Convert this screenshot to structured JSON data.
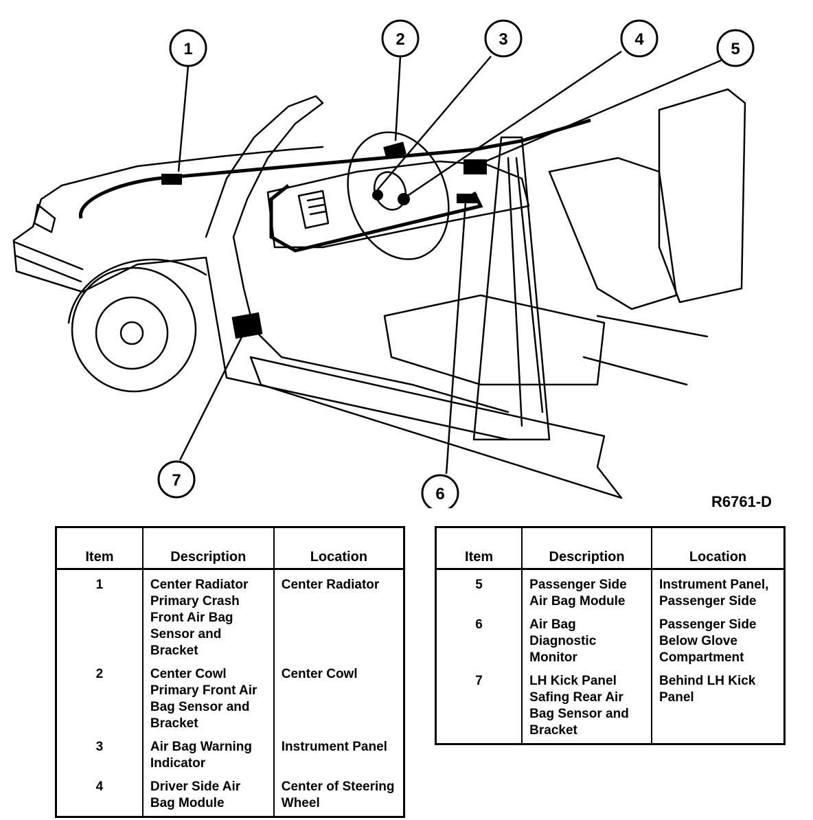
{
  "figure": {
    "id": "R6761-D"
  },
  "callouts": [
    "1",
    "2",
    "3",
    "4",
    "5",
    "6",
    "7"
  ],
  "legend_headers": {
    "item": "Item",
    "description": "Description",
    "location": "Location"
  },
  "legend_left": [
    {
      "item": "1",
      "description": "Center Radiator Primary Crash Front Air Bag Sensor and Bracket",
      "location": "Center Radiator"
    },
    {
      "item": "2",
      "description": "Center Cowl Primary Front Air Bag Sensor and Bracket",
      "location": "Center Cowl"
    },
    {
      "item": "3",
      "description": "Air Bag Warning Indicator",
      "location": "Instrument Panel"
    },
    {
      "item": "4",
      "description": "Driver Side Air Bag Module",
      "location": "Center of Steering Wheel"
    }
  ],
  "legend_right": [
    {
      "item": "5",
      "description": "Passenger Side Air Bag Module",
      "location": "Instrument Panel, Passenger Side"
    },
    {
      "item": "6",
      "description": "Air Bag Diagnostic Monitor",
      "location": "Passenger Side Below Glove Compartment"
    },
    {
      "item": "7",
      "description": "LH Kick Panel Safing Rear Air Bag Sensor and Bracket",
      "location": "Behind LH Kick Panel"
    }
  ]
}
